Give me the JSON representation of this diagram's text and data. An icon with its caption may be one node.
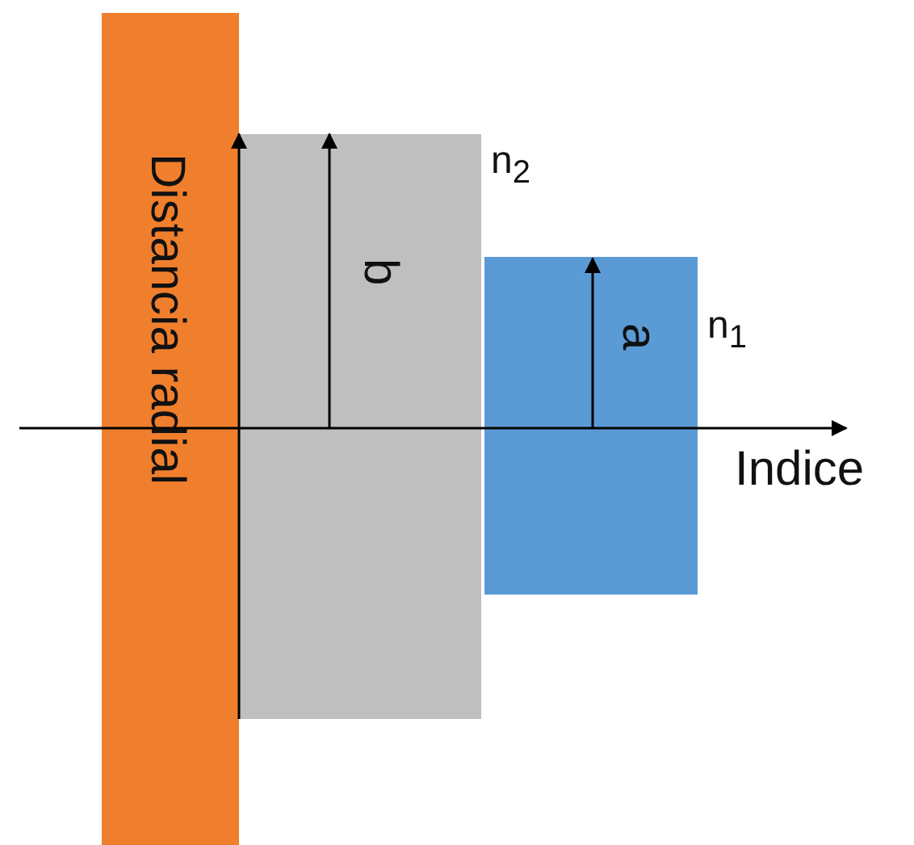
{
  "diagram": {
    "labels": [
      "Distancia radial",
      "n$_{2}$",
      "b",
      "n$_{1}$",
      "a",
      "Indice"
    ]
  }
}
